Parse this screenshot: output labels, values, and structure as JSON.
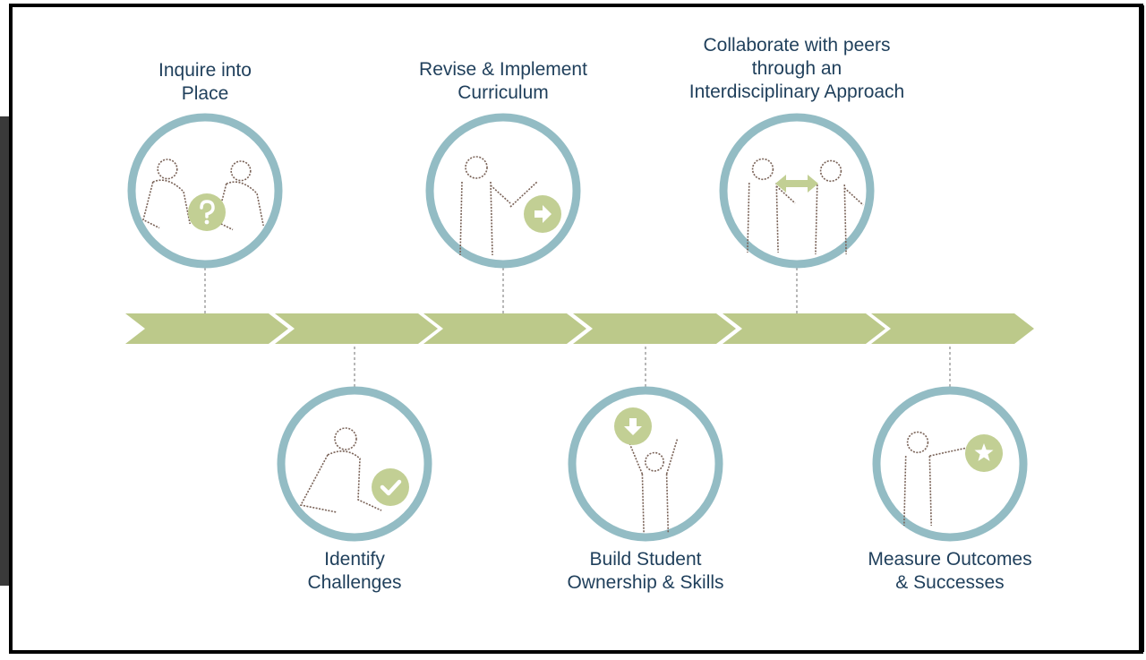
{
  "steps": [
    {
      "label": "Inquire into\nPlace",
      "badge_icon": "question-icon",
      "figure": "two-people-crouching"
    },
    {
      "label": "Identify\nChallenges",
      "badge_icon": "check-icon",
      "figure": "person-kneeling"
    },
    {
      "label": "Revise & Implement\nCurriculum",
      "badge_icon": "arrow-right-icon",
      "figure": "person-presenting"
    },
    {
      "label": "Build Student\nOwnership & Skills",
      "badge_icon": "arrow-down-icon",
      "figure": "person-raising-arms"
    },
    {
      "label": "Collaborate with peers\nthrough an\nInterdisciplinary Approach",
      "badge_icon": "double-arrow-icon",
      "figure": "two-people-talking"
    },
    {
      "label": "Measure Outcomes\n& Successes",
      "badge_icon": "star-icon",
      "figure": "person-pointing"
    }
  ],
  "colors": {
    "ring": "#93bcc4",
    "arrow": "#bcc98a",
    "badge": "#c2cf94",
    "sketch": "#7a6358",
    "label": "#1f3f5b",
    "side_bar": "#3a3a3a",
    "border": "#000000"
  }
}
